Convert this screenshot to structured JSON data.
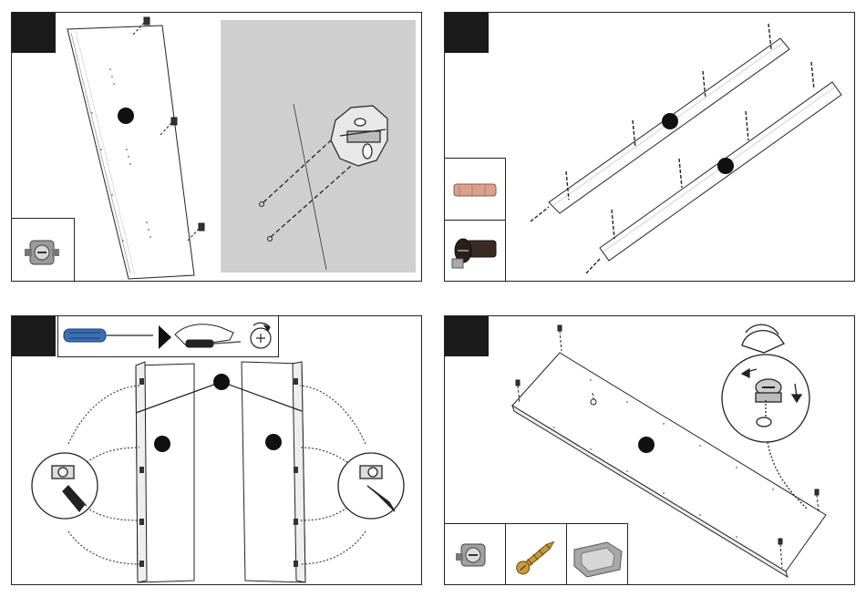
{
  "title": "",
  "steps": [
    {
      "id": "step-1",
      "number": "",
      "parts": [
        "cam-bolt-icon"
      ],
      "detail": "mounting-plate-detail"
    },
    {
      "id": "step-2",
      "number": "",
      "parts": [
        "wood-dowel-icon",
        "connector-bolt-icon"
      ]
    },
    {
      "id": "step-3",
      "number": "",
      "tools": [
        "screwdriver-icon",
        "hand-screwing-icon",
        "phillips-turn-icon"
      ]
    },
    {
      "id": "step-4",
      "number": "",
      "parts": [
        "cam-lock-icon",
        "wood-screw-icon",
        "plastic-foot-icon"
      ],
      "detail": "cam-lock-turn-detail"
    }
  ],
  "colors": {
    "frame": "#222222",
    "detail_bg": "#cfcfcf",
    "marker": "#111111",
    "screwdriver_handle": "#3b6fb6"
  }
}
